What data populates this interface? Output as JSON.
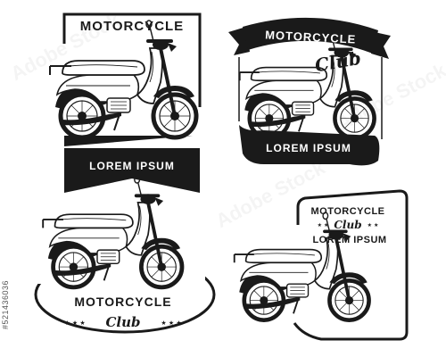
{
  "badges": [
    {
      "title": "MOTORCYCLE",
      "subtitle": "LOREM IPSUM"
    },
    {
      "title": "MOTORCYCLE",
      "script": "Club",
      "subtitle": "LOREM IPSUM"
    },
    {
      "title": "MOTORCYCLE",
      "script": "Club",
      "stars": "★ ★ ★",
      "stars_right": "★ ★ ★"
    },
    {
      "title": "MOTORCYCLE",
      "script": "Club",
      "stars": "★ ★",
      "stars_right": "★ ★",
      "subtitle": "LOREM IPSUM"
    }
  ],
  "watermark": "Adobe Stock",
  "stock_id": "#521436036",
  "colors": {
    "ink": "#1a1a1a",
    "paper": "#ffffff"
  }
}
